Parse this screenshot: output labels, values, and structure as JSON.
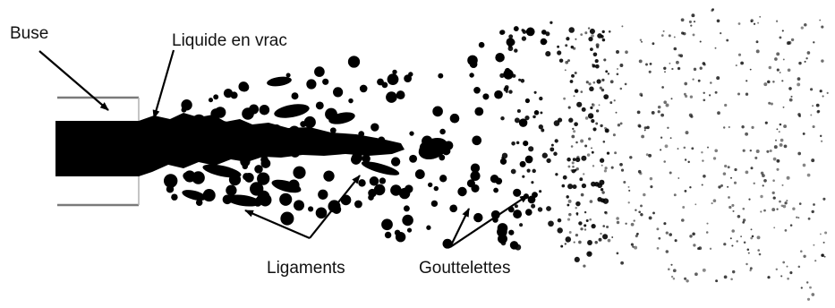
{
  "labels": {
    "nozzle": "Buse",
    "bulk_liquid": "Liquide en vrac",
    "ligaments": "Ligaments",
    "droplets": "Gouttelettes"
  },
  "colors": {
    "ink": "#000000",
    "nozzle_wall": "#7a7a7a",
    "background": "#ffffff"
  }
}
